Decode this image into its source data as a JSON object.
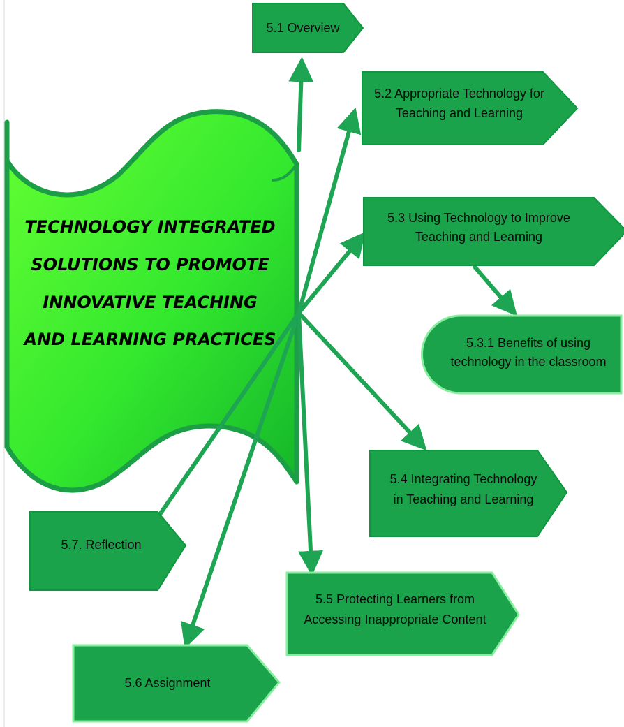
{
  "colors": {
    "box_fill": "#1aa34a",
    "box_border": "#129540",
    "box_light_border": "#86ee9e",
    "arrow": "#1ea553",
    "scroll_fill": "#2fdc2f",
    "scroll_fill_light": "#66ff33",
    "scroll_border": "#1c9e46"
  },
  "central": {
    "title_lines": [
      "TECHNOLOGY INTEGRATED",
      "SOLUTIONS TO PROMOTE",
      "INNOVATIVE TEACHING",
      "AND LEARNING PRACTICES"
    ]
  },
  "nodes": {
    "n51": {
      "lines": [
        "5.1 Overview"
      ]
    },
    "n52": {
      "lines": [
        "5.2 Appropriate Technology for",
        "Teaching and Learning"
      ]
    },
    "n53": {
      "lines": [
        "5.3 Using Technology to Improve",
        "Teaching and Learning"
      ]
    },
    "n531": {
      "lines": [
        "5.3.1 Benefits of using",
        "technology in the classroom"
      ]
    },
    "n54": {
      "lines": [
        "5.4 Integrating Technology",
        "in   Teaching and Learning"
      ]
    },
    "n55": {
      "lines": [
        "5.5 Protecting Learners from",
        "Accessing Inappropriate Content"
      ]
    },
    "n56": {
      "lines": [
        "5.6 Assignment"
      ]
    },
    "n57": {
      "lines": [
        "5.7. Reflection"
      ]
    }
  }
}
